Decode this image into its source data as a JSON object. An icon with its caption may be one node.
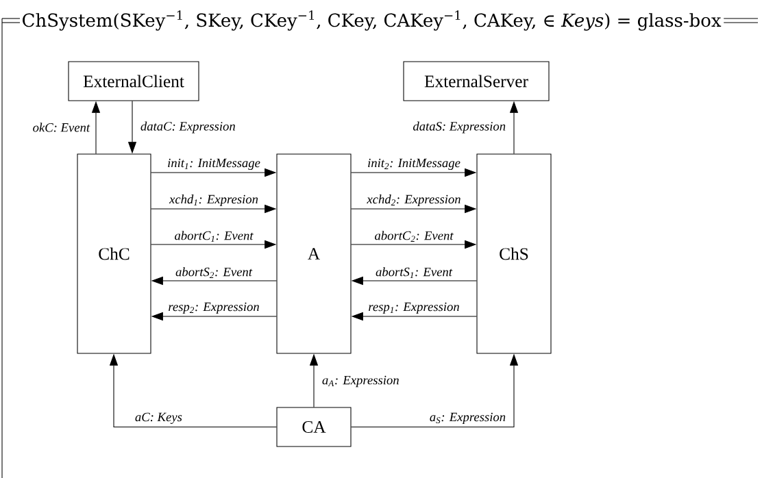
{
  "diagram": {
    "title": "ChSystem(SKey$^{−1}$, SKey, CKey$^{−1}$, CKey, CAKey$^{−1}$, CAKey, ∈ *Keys*) = glass-box",
    "nodes": [
      {
        "text": [
          "ExternalClient"
        ]
      },
      {
        "text": [
          "ExternalServer"
        ]
      },
      {
        "text": [
          "ChC"
        ]
      },
      {
        "text": [
          "A"
        ]
      },
      {
        "text": [
          "ChS"
        ]
      },
      {
        "text": [
          "CA"
        ]
      }
    ],
    "edges": [
      {
        "from": 2,
        "to": 0,
        "arrow": "to",
        "label": "okC: Event"
      },
      {
        "from": 0,
        "to": 2,
        "arrow": "to",
        "label": "dataC: Expression"
      },
      {
        "from": 4,
        "to": 1,
        "arrow": "to",
        "label": "dataS: Expression"
      },
      {
        "from": 2,
        "to": 3,
        "arrow": "to",
        "label": "init$_{1}$: InitMessage"
      },
      {
        "from": 2,
        "to": 3,
        "arrow": "to",
        "label": "xchd$_{1}$: Expresion"
      },
      {
        "from": 2,
        "to": 3,
        "arrow": "to",
        "label": "abortC$_{1}$: Event"
      },
      {
        "from": 3,
        "to": 2,
        "arrow": "to",
        "label": "abortS$_{2}$: Event"
      },
      {
        "from": 3,
        "to": 2,
        "arrow": "to",
        "label": "resp$_{2}$: Expression"
      },
      {
        "from": 3,
        "to": 4,
        "arrow": "to",
        "label": "init$_{2}$: InitMessage"
      },
      {
        "from": 3,
        "to": 4,
        "arrow": "to",
        "label": "xchd$_{2}$: Expression"
      },
      {
        "from": 3,
        "to": 4,
        "arrow": "to",
        "label": "abortC$_{2}$: Event"
      },
      {
        "from": 4,
        "to": 3,
        "arrow": "to",
        "label": "abortS$_{1}$: Event"
      },
      {
        "from": 4,
        "to": 3,
        "arrow": "to",
        "label": "resp$_{1}$: Expression"
      },
      {
        "from": 5,
        "to": 3,
        "arrow": "to",
        "label": "a$_{A}$: Expression"
      },
      {
        "from": 5,
        "to": 2,
        "arrow": "to",
        "label": "aC: Keys"
      },
      {
        "from": 5,
        "to": 4,
        "arrow": "to",
        "label": "a$_{S}$: Expression"
      }
    ]
  }
}
